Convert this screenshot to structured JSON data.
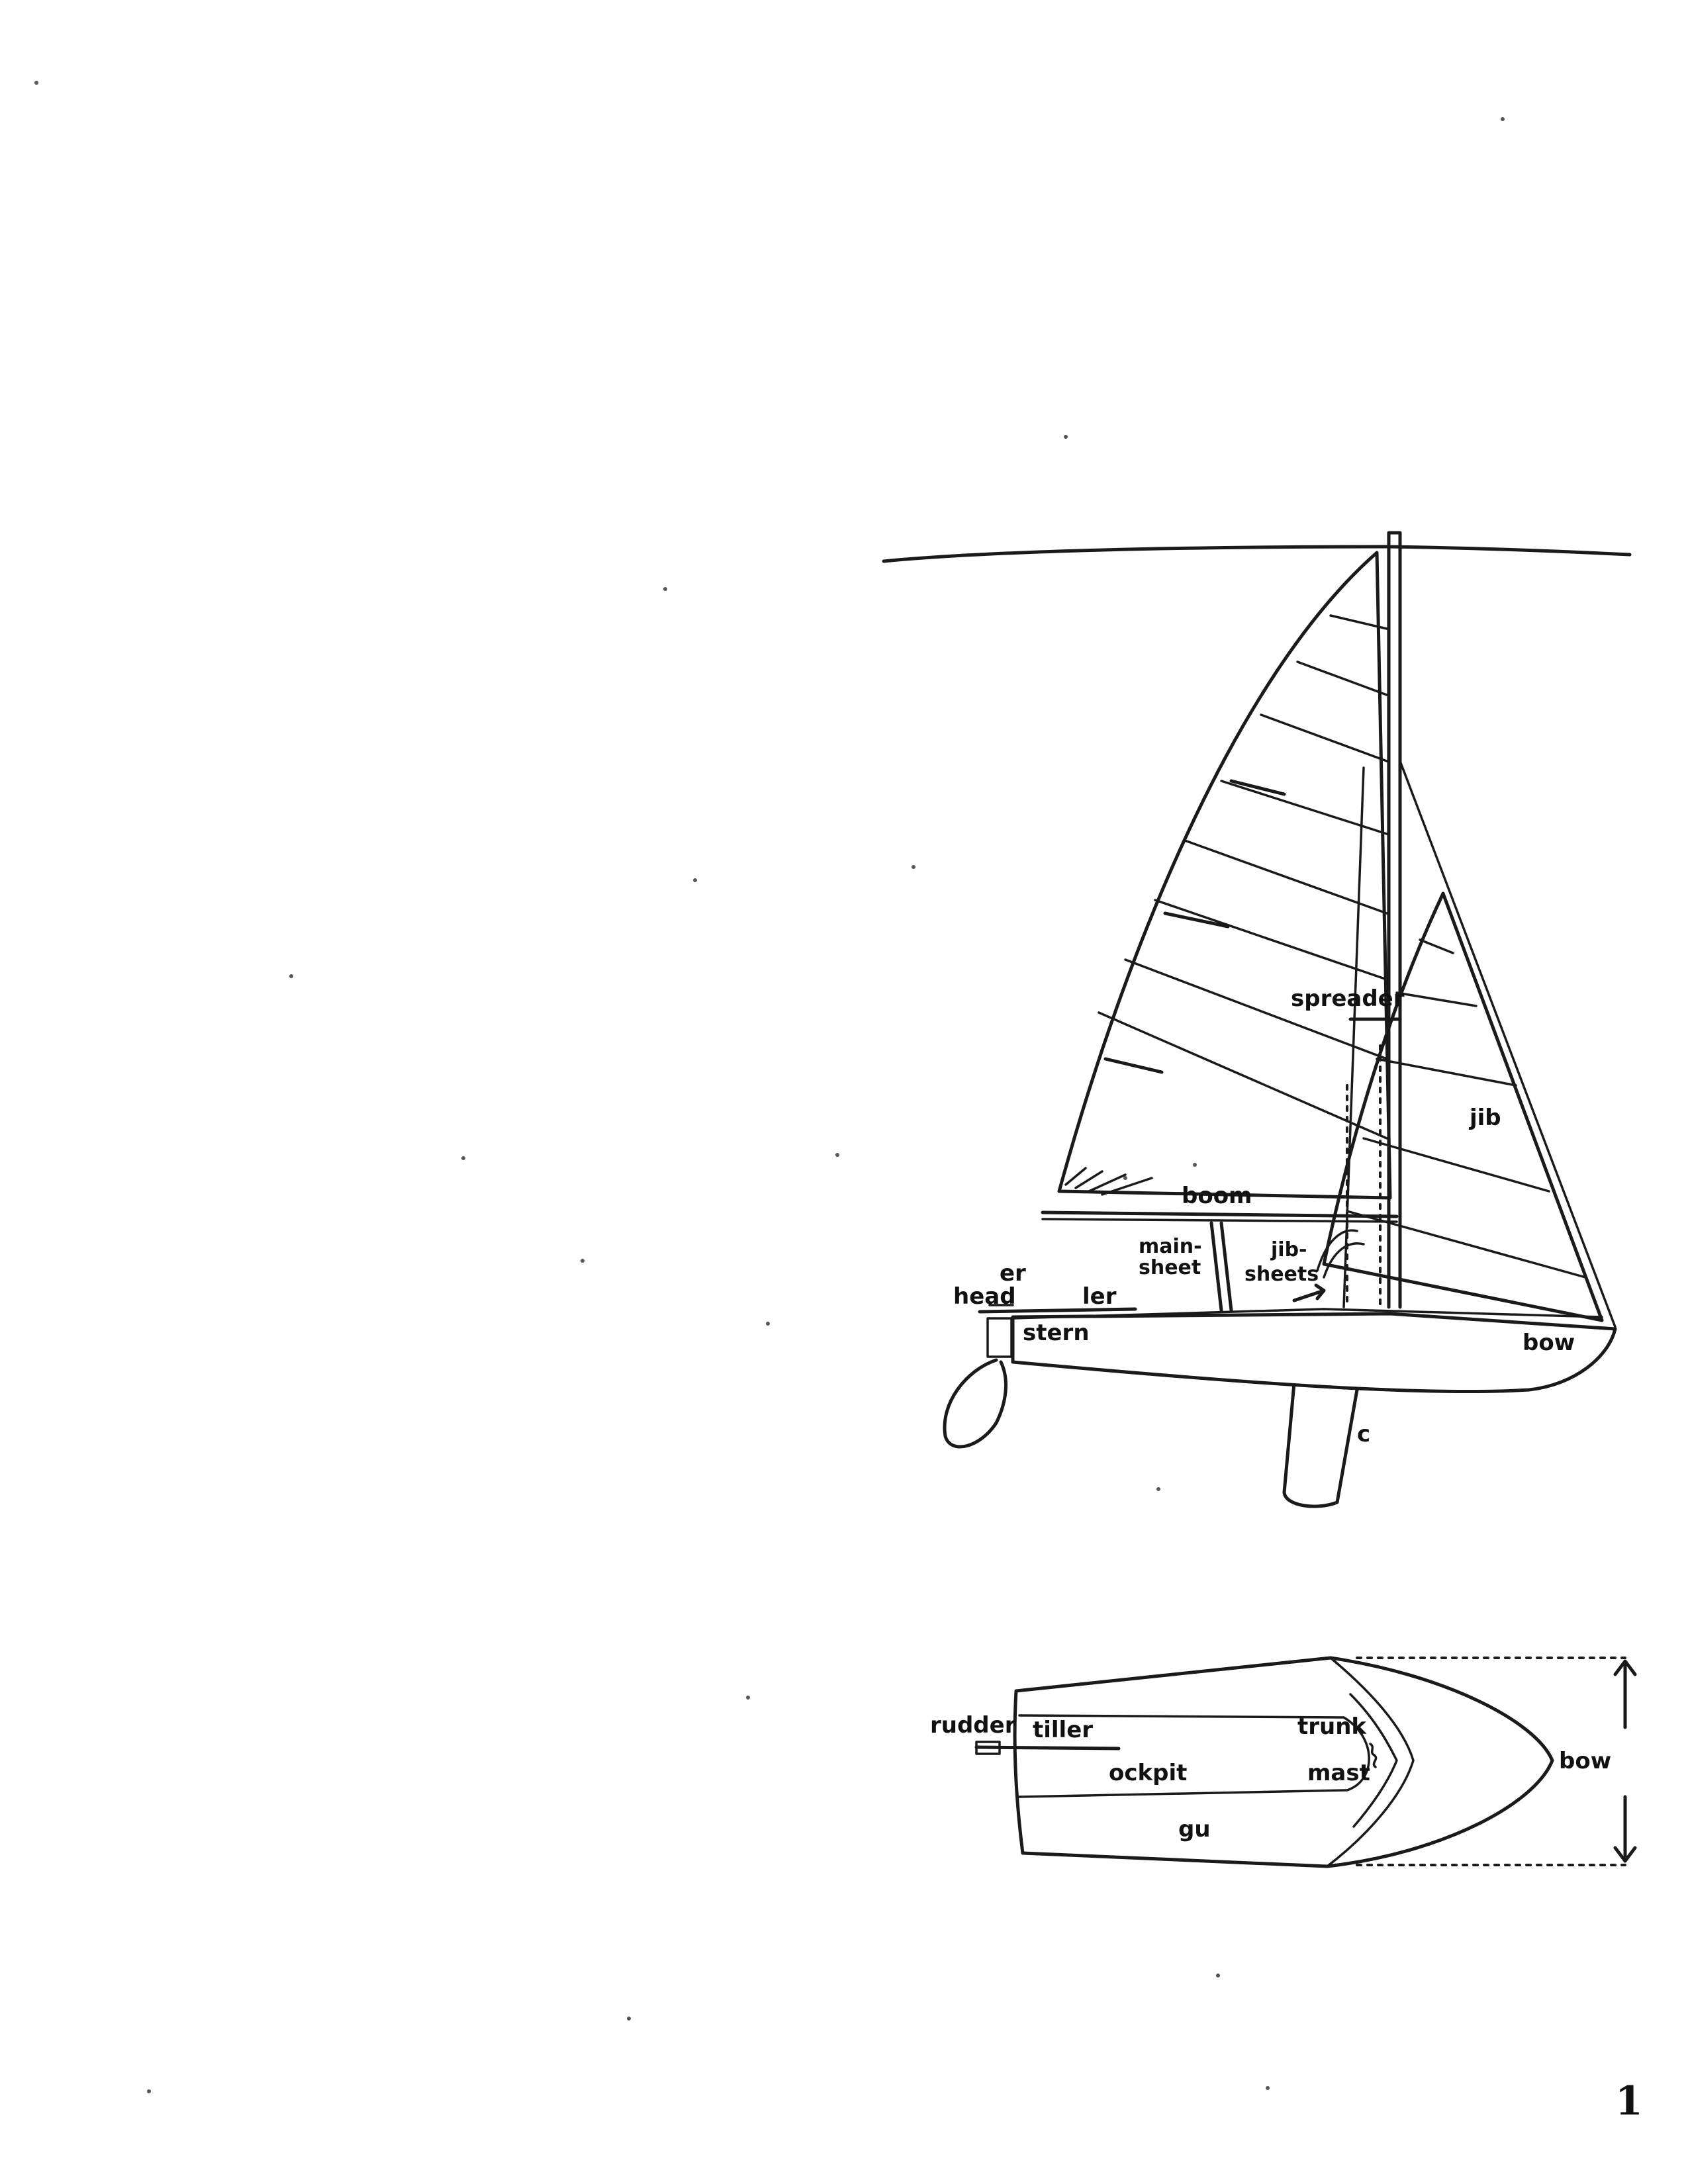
{
  "side_view": {
    "labels": {
      "spreader": "spreader",
      "jib": "jib",
      "boom": "boom",
      "mainsheet_line1": "main-",
      "mainsheet_line2": "sheet",
      "jibsheets_line1": "jib-",
      "jibsheets_line2": "sheets",
      "head_top": "er",
      "head": "head",
      "tiller_frag": "ler",
      "stern": "stern",
      "bow": "bow",
      "centerboard_frag": "c"
    }
  },
  "top_view": {
    "labels": {
      "rudder": "rudder",
      "tiller": "tiller",
      "cockpit": "ockpit",
      "trunk": "trunk",
      "mast": "mast",
      "gunwale": "gu",
      "bow": "bow"
    }
  },
  "page_number": "1"
}
